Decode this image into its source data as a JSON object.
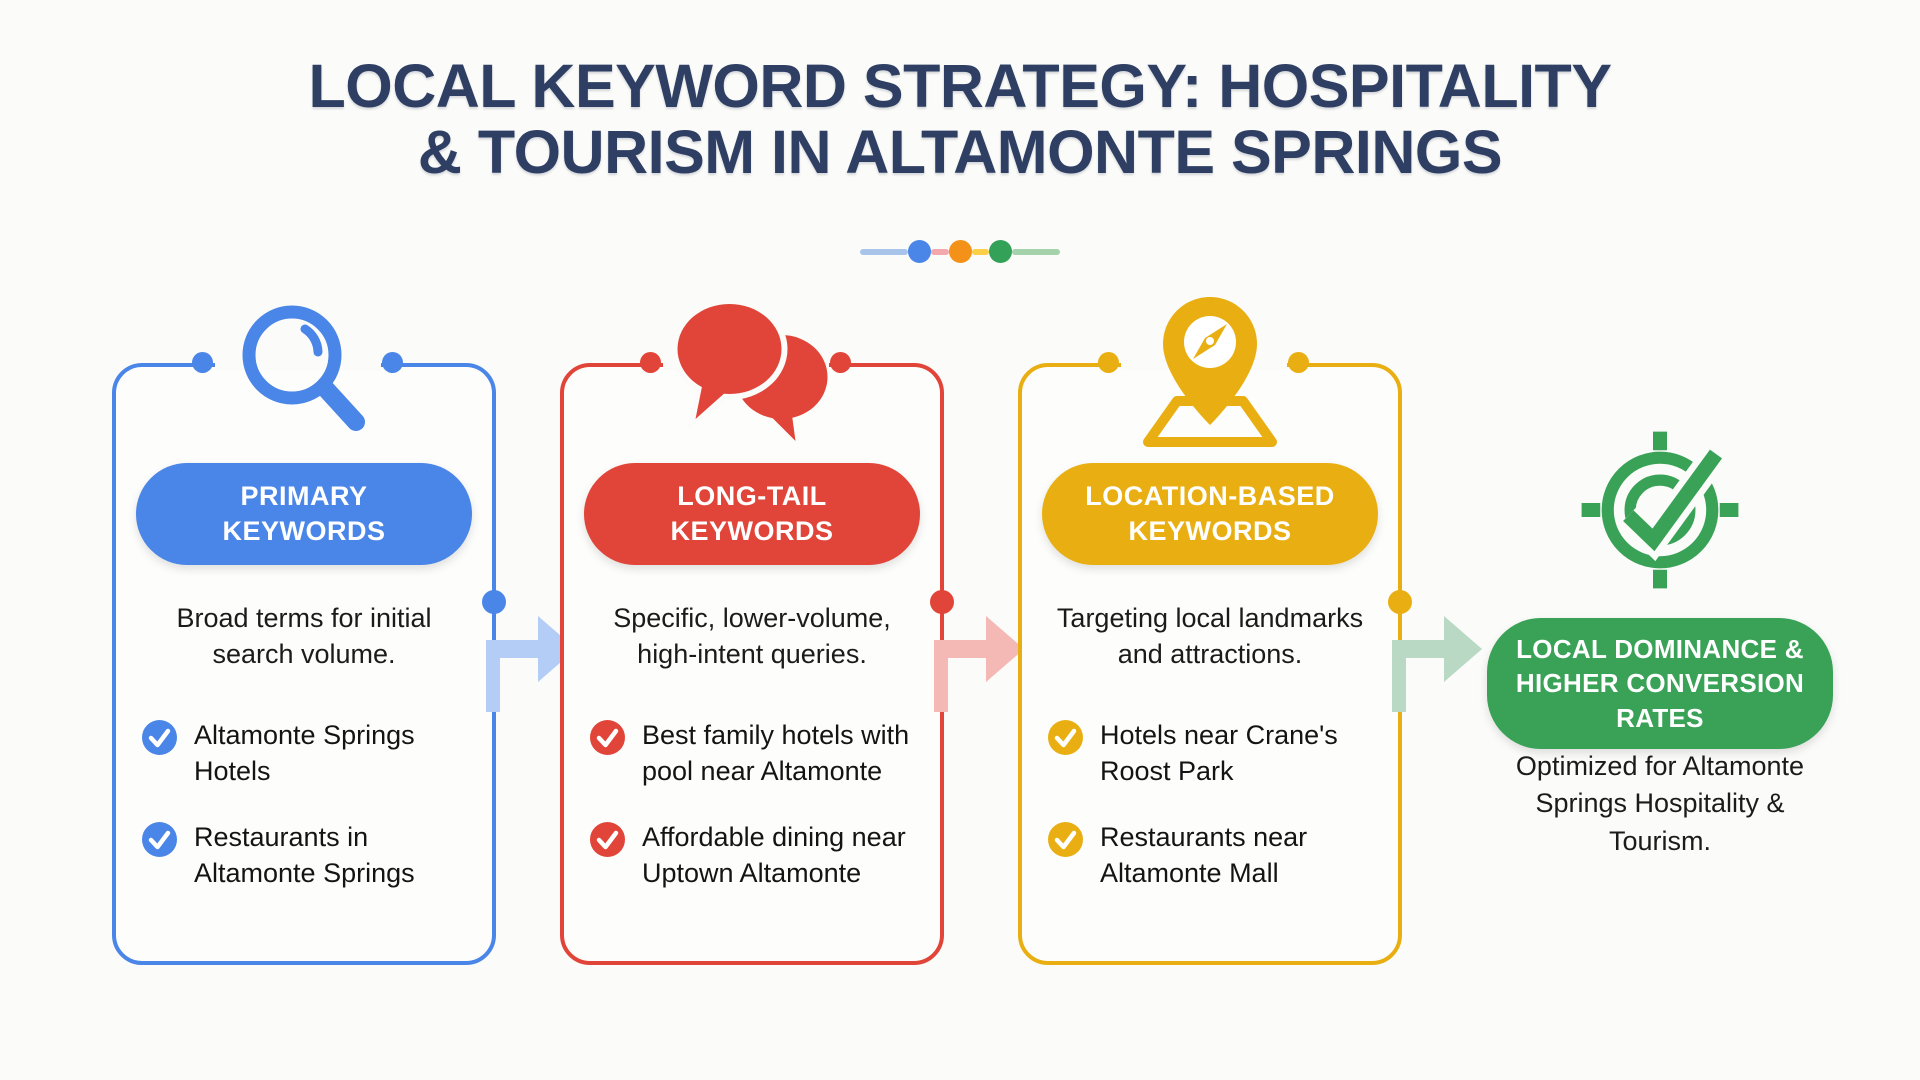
{
  "title": {
    "lines": [
      "LOCAL KEYWORD STRATEGY: HOSPITALITY",
      "& TOURISM IN ALTAMONTE SPRINGS"
    ],
    "color": "#2e3f63"
  },
  "progress_dots": {
    "dot_colors": [
      "#4a85e8",
      "#f39119",
      "#34a159"
    ],
    "segment_colors": [
      "#a9c4ea",
      "#f3a8ae",
      "#fbcf46",
      "#a4d3ab"
    ]
  },
  "cards": [
    {
      "id": "primary-keywords",
      "accent": "#4a85e8",
      "arrow_color": "#b4cdf6",
      "icon": "magnifier-icon",
      "header_lines": [
        "PRIMARY",
        "KEYWORDS"
      ],
      "description_lines": [
        "Broad terms for initial",
        "search volume."
      ],
      "items": [
        {
          "lines": [
            "Altamonte Springs",
            "Hotels"
          ]
        },
        {
          "lines": [
            "Restaurants in",
            "Altamonte Springs"
          ]
        }
      ]
    },
    {
      "id": "long-tail-keywords",
      "accent": "#e14438",
      "arrow_color": "#f4b9b4",
      "icon": "speech-bubbles-icon",
      "header_lines": [
        "LONG-TAIL",
        "KEYWORDS"
      ],
      "description_lines": [
        "Specific, lower-volume,",
        "high-intent queries."
      ],
      "items": [
        {
          "lines": [
            "Best family hotels with",
            "pool near Altamonte"
          ]
        },
        {
          "lines": [
            "Affordable dining near",
            "Uptown Altamonte"
          ]
        }
      ]
    },
    {
      "id": "location-based-keywords",
      "accent": "#e9af12",
      "arrow_color": "#b9d9c4",
      "icon": "map-pin-compass-icon",
      "header_lines": [
        "LOCATION-BASED",
        "KEYWORDS"
      ],
      "description_lines": [
        "Targeting local landmarks",
        "and attractions."
      ],
      "items": [
        {
          "lines": [
            "Hotels near Crane's",
            "Roost Park"
          ]
        },
        {
          "lines": [
            "Restaurants near",
            "Altamonte Mall"
          ]
        }
      ]
    }
  ],
  "result": {
    "accent": "#39a257",
    "icon": "target-check-icon",
    "header_lines": [
      "LOCAL DOMINANCE &",
      "HIGHER CONVERSION",
      "RATES"
    ],
    "caption_lines": [
      "Optimized for Altamonte",
      "Springs Hospitality &",
      "Tourism."
    ]
  }
}
